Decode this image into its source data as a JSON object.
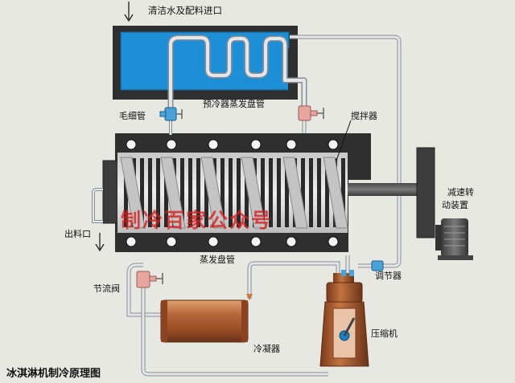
{
  "title": "冰淇淋机制冷原理图",
  "watermark": "制冷百家公众号",
  "labels": {
    "inlet": "清洁水及配料进口",
    "capillary": "毛细管",
    "precooler_coil": "预冷器蒸发盘管",
    "agitator": "搅拌器",
    "reducer_line1": "减速转",
    "reducer_line2": "动装置",
    "outlet": "出料口",
    "evaporator_coil": "蒸发盘管",
    "regulator": "调节器",
    "throttle_valve": "节流阀",
    "compressor": "压缩机",
    "condenser": "冷凝器"
  },
  "colors": {
    "background": "#e8e8e2",
    "housing": "#2f2f2f",
    "precooler_water": "#1e8fd6",
    "cylinder": "#d9d9d9",
    "coil_bar": "#2a2a2a",
    "pipe": "#d6d8dc",
    "copper": "#b4663a",
    "valve_pink": "#e7a7a0",
    "valve_blue": "#4aa3d8",
    "watermark": "#d71e1e"
  },
  "icons": {
    "arrow": "arrow-down-icon",
    "valve": "valve-icon",
    "motor": "motor-icon"
  }
}
